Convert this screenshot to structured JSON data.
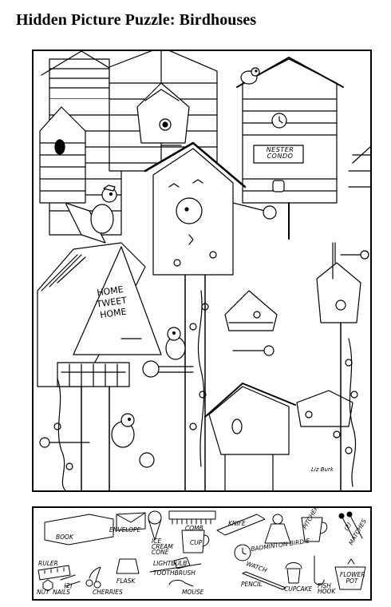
{
  "title": "Hidden Picture Puzzle:  Birdhouses",
  "scene": {
    "sign_nester_line1": "NESTER",
    "sign_nester_line2": "CONDO",
    "sign_home_line1": "HOME",
    "sign_home_line2": "TWEET",
    "sign_home_line3": "HOME",
    "signature": "Liz Burk"
  },
  "items": {
    "book": "BOOK",
    "envelope": "ENVELOPE",
    "comb": "COMB",
    "knife": "KNIFE",
    "ice_cream_cone_1": "ICE",
    "ice_cream_cone_2": "CREAM",
    "ice_cream_cone_3": "CONE",
    "cup": "CUP",
    "badminton_birdie": "BADMINTON BIRDIE",
    "pitcher": "PITCHER",
    "matches_count": "(2)",
    "matches": "MATCHES",
    "ruler": "RULER",
    "lightbulb": "LIGHTBULB",
    "toothbrush": "TOOTHBRUSH",
    "watch": "WATCH",
    "pencil": "PENCIL",
    "cupcake": "CUPCAKE",
    "flower_pot_1": "FLOWER",
    "flower_pot_2": "POT",
    "nut_count": "(2)",
    "nut": "NUT",
    "nails": "NAILS",
    "flask": "FLASK",
    "cherries": "CHERRIES",
    "mouse": "MOUSE",
    "fish_hook_1": "FISH",
    "fish_hook_2": "HOOK"
  }
}
